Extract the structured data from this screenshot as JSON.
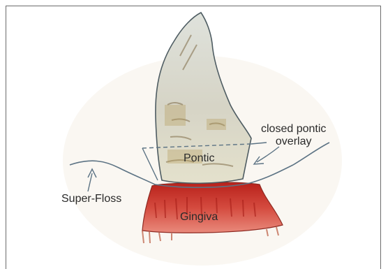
{
  "labels": {
    "super_floss": "Super-Floss",
    "pontic": "Pontic",
    "gingiva": "Gingiva",
    "overlay_line1": "closed pontic",
    "overlay_line2": "overlay"
  },
  "colors": {
    "gingiva_red": "#c8352c",
    "tooth_tint": "#d9dbd2",
    "floss_line": "#5c7384",
    "frame": "#6b6b6b"
  }
}
